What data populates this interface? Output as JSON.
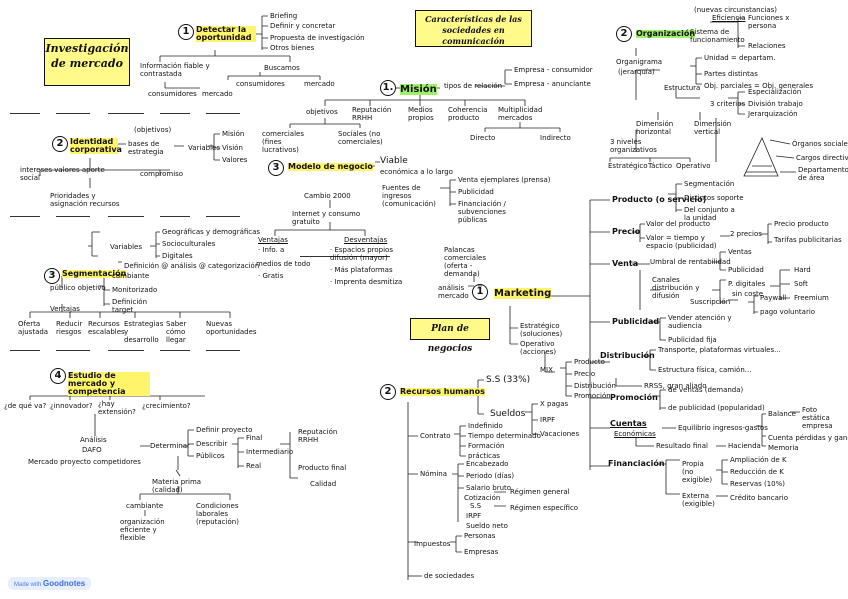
{
  "main_title": "Investigación de mercado",
  "char_title": "Características de las sociedades en comunicación",
  "plan_title": "Plan de negocios",
  "s1": {
    "num": "1",
    "title": "Detectar la oportunidad",
    "items": [
      "Briefing",
      "Definir y concretar",
      "Propuesta de investigación",
      "Otros bienes"
    ],
    "info": "Información fiable y contrastada",
    "buscamos": "Buscamos",
    "consumidores": "consumidores",
    "mercado": "mercado",
    "consumidores2": "consumidores",
    "mercado2": "mercado"
  },
  "s2": {
    "num": "2",
    "title": "Identidad corporativa",
    "bases": "bases de estrategia",
    "objetivos": "(objetivos)",
    "variables": "Variables",
    "mvv": [
      "Misión",
      "Visión",
      "Valores"
    ],
    "intereses": "intereses valores aporte social",
    "compromiso": "compromiso",
    "prioridades": "Prioridades y asignación recursos"
  },
  "s3": {
    "num": "3",
    "title": "Segmentación",
    "variables": "Variables",
    "vars": [
      "Geográficas y demográficas",
      "Socioculturales",
      "Digitales"
    ],
    "definicion": "Definición @ análisis @ categorización",
    "publico": "público objetivo",
    "cambiante": "cambiante",
    "monitorizado": "Monitorizado",
    "definicion_target": "Definición target",
    "ventajas": "Ventajas",
    "bottom": [
      "Oferta ajustada",
      "Reducir riesgos",
      "Recursos escalables",
      "Estrategias y desarrollo",
      "Saber cómo llegar",
      "Nuevas oportunidades"
    ]
  },
  "s4": {
    "num": "4",
    "title": "Estudio de mercado y competencia",
    "questions": [
      "¿de qué va?",
      "¿innovador?",
      "¿hay extensión?",
      "¿crecimiento?"
    ],
    "analisis": "Análisis",
    "dafo": "DAFO",
    "mercado_prod": "Mercado proyecto competidores",
    "determinar": "Determinar",
    "definir_proyecto": "Definir proyecto",
    "describir": "Describir",
    "publicos": "Públicos",
    "final": "Final",
    "intermediario": "Intermediario",
    "real": "Real",
    "reputacion": "Reputación RRHH",
    "producto_final": "Producto final",
    "calidad": "Calidad",
    "materia": "Materia prima (calidad)",
    "condiciones": "Condiciones laborales (reputación)",
    "cambiante": "cambiante",
    "organizacion": "organización eficiente y flexible"
  },
  "mision": {
    "num": "1.",
    "title": "Misión",
    "tipos": "tipos de relación",
    "empresa_consumidor": "Empresa - consumidor",
    "empresa_anunciante": "Empresa - anunciante",
    "items": [
      "objetivos",
      "Reputación RRHH",
      "Medios propios",
      "Coherencia producto",
      "Multiplicidad mercados"
    ],
    "comerciales": "comerciales (fines lucrativos)",
    "sociales": "Sociales (no comerciales)",
    "directo": "Directo",
    "indirecto": "Indirecto"
  },
  "modelo": {
    "num": "3",
    "title": "Modelo de negocio",
    "viable": "Viable",
    "eco": "económica a lo largo",
    "fuentes": "Fuentes de ingresos (comunicación)",
    "fuentes_items": [
      "Venta ejemplares (prensa)",
      "Publicidad",
      "Financiación / subvenciones públicas"
    ],
    "cambio": "Cambio 2000",
    "internet": "Internet y consumo gratuito",
    "ventajas": "Ventajas",
    "ventajas_items": [
      "· Info. a",
      "medios de todo",
      "· Gratis"
    ],
    "desventajas": "Desventajas",
    "desventajas_items": [
      "· Espacios propios difusión (mayor)",
      "· Más plataformas",
      "· Imprenta desmitiza"
    ]
  },
  "org": {
    "num": "2",
    "title": "Organización",
    "eficiencia": "Eficiencia",
    "nuevas": "(nuevas circunstancias)",
    "sistema": "Sistema de funcionamiento",
    "funciones": "Funciones x persona",
    "relaciones": "Relaciones",
    "organigrama": "Organigrama",
    "jerarquia": "(jerarquía)",
    "unidad": "Unidad = departam.",
    "partes": "Partes distintas",
    "obj_parciales": "Obj. parciales = Obj. generales",
    "estructura": "Estructura",
    "tres_criterios": "3 criterios",
    "criterios": [
      "Especialización",
      "División trabajo",
      "Jerarquización"
    ],
    "dim_horizontal": "Dimensión horizontal",
    "dim_vertical": "Dimensión vertical",
    "niveles": "3 niveles organizativos",
    "estrategico": "Estratégico",
    "tactico": "Táctico",
    "operativo": "Operativo",
    "pyramid": [
      "Órganos sociales",
      "Cargos directivos",
      "Departamentos de área"
    ]
  },
  "marketing": {
    "num": "1",
    "title": "Marketing",
    "palancas": "Palancas comerciales (oferta - demanda)",
    "analisis": "análisis mercado",
    "estrategico": "Estratégico (soluciones)",
    "operativo": "Operativo (acciones)",
    "mix": "MIX",
    "mix_items": [
      "Producto",
      "Precio",
      "Distribución",
      "Promoción"
    ],
    "producto": "Producto (o servicio)",
    "producto_items": [
      "Segmentación",
      "Distintos soporte",
      "Del conjunto a la unidad"
    ],
    "precio": "Precio",
    "valor_producto": "Valor del producto",
    "valor_tiempo": "Valor = tiempo y espacio (publicidad)",
    "dos_precios": "2 precios",
    "precios": [
      "Precio producto",
      "Tarifas publicitarias"
    ],
    "venta": "Venta",
    "umbral": "Umbral de rentabilidad",
    "ventas": "Ventas",
    "publicidad": "Publicidad",
    "canales": "Canales distribución y difusión",
    "digitales": "P. digitales",
    "sin_coste": "sin coste",
    "hard": "Hard",
    "soft": "Soft",
    "freemium": "Freemium",
    "suscripcion": "Suscripción",
    "paywall": "Paywall",
    "pago_vol": "pago voluntario",
    "pub_label": "Publicidad",
    "vender_atencion": "Vender atención y audiencia",
    "pub_fija": "Publicidad fija",
    "distribucion": "Distribución",
    "transporte": "Transporte, plataformas virtuales...",
    "estructura_fisica": "Estructura física, camión...",
    "rrss": "RRSS, gran aliado",
    "promocion": "Promoción",
    "de_ventas": "de ventas (demanda)",
    "de_pub": "de publicidad (popularidad)",
    "cuentas": "Cuentas",
    "economicas": "Económicas",
    "equilibrio": "Equilibrio ingresos-gastos",
    "balance": "Balance",
    "foto": "Foto estática empresa",
    "cuenta_perd": "Cuenta pérdidas y ganancias",
    "memoria": "Memoria",
    "resultado": "Resultado final",
    "hacienda": "Hacienda",
    "financiacion": "Financiación",
    "propia": "Propia (no exigible)",
    "propia_items": [
      "Ampliación de K",
      "Reducción de K",
      "Reservas (10%)"
    ],
    "externa": "Externa (exigible)",
    "credito": "Crédito bancario"
  },
  "rrhh": {
    "num": "2",
    "title": "Recursos humanos",
    "ss": "S.S (33%)",
    "sueldos": "Sueldos",
    "sueldos_items": [
      "X pagas",
      "IRPF",
      "Vacaciones"
    ],
    "contrato": "Contrato",
    "contrato_items": [
      "Indefinido",
      "Tiempo determinado",
      "Formación",
      "prácticas"
    ],
    "nomina": "Nómina",
    "nomina_items": [
      "Encabezado",
      "Periodo (días)",
      "Salario bruto",
      "Cotización",
      "S.S",
      "IRPF",
      "Sueldo neto"
    ],
    "regimen_general": "Régimen general",
    "regimen_especifico": "Régimen específico",
    "impuestos": "Impuestos",
    "impuestos_items": [
      "Personas",
      "Empresas"
    ],
    "sociedades": "de sociedades"
  },
  "badge": {
    "made": "Made with",
    "app": "Goodnotes"
  }
}
